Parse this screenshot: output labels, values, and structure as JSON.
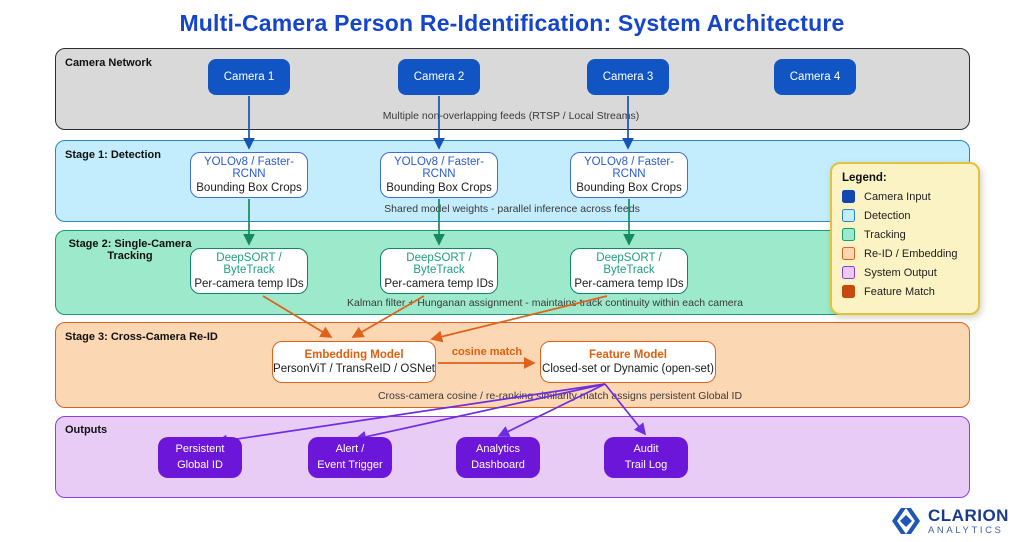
{
  "title": "Multi-Camera Person Re-Identification: System Architecture",
  "colors": {
    "title-blue": "#1545cc",
    "band-camera-bg": "#d9d9d9",
    "band-camera-border": "#2e2e2e",
    "band-detect-bg": "#c3ecfd",
    "band-detect-border": "#2a85c7",
    "band-track-bg": "#9de9cb",
    "band-track-border": "#169b72",
    "band-reid-bg": "#fbd7b4",
    "band-reid-border": "#e0611c",
    "band-output-bg": "#e9ccf6",
    "band-output-border": "#8a3fe0",
    "camera-box": "#1155c4",
    "detect-title": "#2a5cd0",
    "detect-border": "#3f6fd1",
    "track-title": "#1c9e82",
    "track-border": "#15826a",
    "reid-title": "#e0600e",
    "output-box": "#6b16d9",
    "arrow-blue": "#1553b5",
    "arrow-green": "#168a5f",
    "arrow-orange": "#e0611c",
    "arrow-purple": "#6d2ee0",
    "legend-bg": "#fcf3c5",
    "legend-border": "#e0c23e",
    "logo-blue": "#1e57b8",
    "logo-dark": "#1a3a8c",
    "logo-sub": "#41619e"
  },
  "camera_network": {
    "label": "Camera Network",
    "cameras": [
      "Camera 1",
      "Camera 2",
      "Camera 3",
      "Camera 4"
    ],
    "caption": "Multiple non-overlapping feeds (RTSP / Local Streams)"
  },
  "stage1": {
    "label": "Stage 1: Detection",
    "boxes": [
      {
        "title": "YOLOv8 / Faster-RCNN",
        "subtitle": "Bounding Box Crops"
      },
      {
        "title": "YOLOv8 / Faster-RCNN",
        "subtitle": "Bounding Box Crops"
      },
      {
        "title": "YOLOv8 / Faster-RCNN",
        "subtitle": "Bounding Box Crops"
      }
    ],
    "caption": "Shared model weights - parallel inference across feeds"
  },
  "stage2": {
    "label": "Stage 2: Single-Camera Tracking",
    "boxes": [
      {
        "title": "DeepSORT / ByteTrack",
        "subtitle": "Per-camera temp IDs"
      },
      {
        "title": "DeepSORT / ByteTrack",
        "subtitle": "Per-camera temp IDs"
      },
      {
        "title": "DeepSORT / ByteTrack",
        "subtitle": "Per-camera temp IDs"
      }
    ],
    "caption": "Kalman filter + Hunganan assignment - maintains track continuity within each camera"
  },
  "stage3": {
    "label": "Stage 3: Cross-Camera Re-ID",
    "embedding": {
      "title": "Embedding Model",
      "subtitle": "PersonViT / TransReID / OSNet"
    },
    "feature": {
      "title": "Feature Model",
      "subtitle": "Closed-set or Dynamic (open-set)"
    },
    "arrow_label": "cosine match",
    "caption": "Cross-camera cosine / re-ranking similarity match assigns persistent Global ID"
  },
  "outputs": {
    "label": "Outputs",
    "boxes": [
      {
        "line1": "Persistent",
        "line2": "Global ID"
      },
      {
        "line1": "Alert /",
        "line2": "Event Trigger"
      },
      {
        "line1": "Analytics",
        "line2": "Dashboard"
      },
      {
        "line1": "Audit",
        "line2": "Trail Log"
      }
    ]
  },
  "legend": {
    "title": "Legend:",
    "items": [
      {
        "label": "Camera Input",
        "fill": "#1246b0",
        "border": "#1246b0"
      },
      {
        "label": "Detection",
        "fill": "#c3ecfd",
        "border": "#2a85c7"
      },
      {
        "label": "Tracking",
        "fill": "#9de9cb",
        "border": "#169b72"
      },
      {
        "label": "Re-ID / Embedding",
        "fill": "#fbd7b4",
        "border": "#e0611c"
      },
      {
        "label": "System Output",
        "fill": "#e9ccf6",
        "border": "#8a3fe0"
      },
      {
        "label": "Feature Match",
        "fill": "#c54a0c",
        "border": "#c54a0c"
      }
    ]
  },
  "logo": {
    "name": "CLARION",
    "sub": "ANALYTICS"
  }
}
